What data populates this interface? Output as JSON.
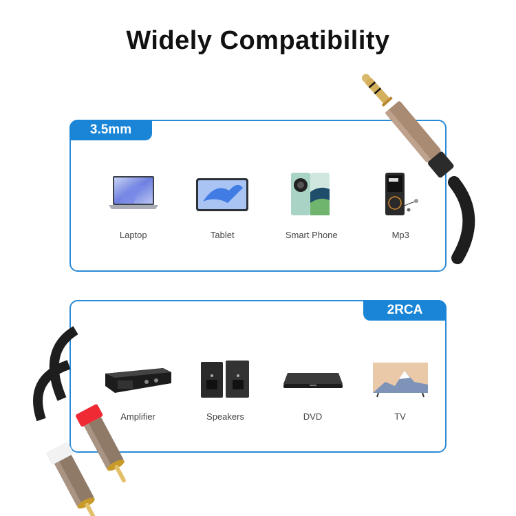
{
  "title": "Widely Compatibility",
  "colors": {
    "accent": "#1a85d6",
    "border": "#2a8ad6",
    "title": "#111111",
    "label": "#444444"
  },
  "sections": [
    {
      "tag": "3.5mm",
      "tag_position": "top-left",
      "devices": [
        {
          "label": "Laptop",
          "icon": "laptop-icon"
        },
        {
          "label": "Tablet",
          "icon": "tablet-icon"
        },
        {
          "label": "Smart Phone",
          "icon": "smartphone-icon"
        },
        {
          "label": "Mp3",
          "icon": "mp3-player-icon"
        }
      ]
    },
    {
      "tag": "2RCA",
      "tag_position": "top-right",
      "devices": [
        {
          "label": "Amplifier",
          "icon": "amplifier-icon"
        },
        {
          "label": "Speakers",
          "icon": "speakers-icon"
        },
        {
          "label": "DVD",
          "icon": "dvd-player-icon"
        },
        {
          "label": "TV",
          "icon": "tv-icon"
        }
      ]
    }
  ]
}
